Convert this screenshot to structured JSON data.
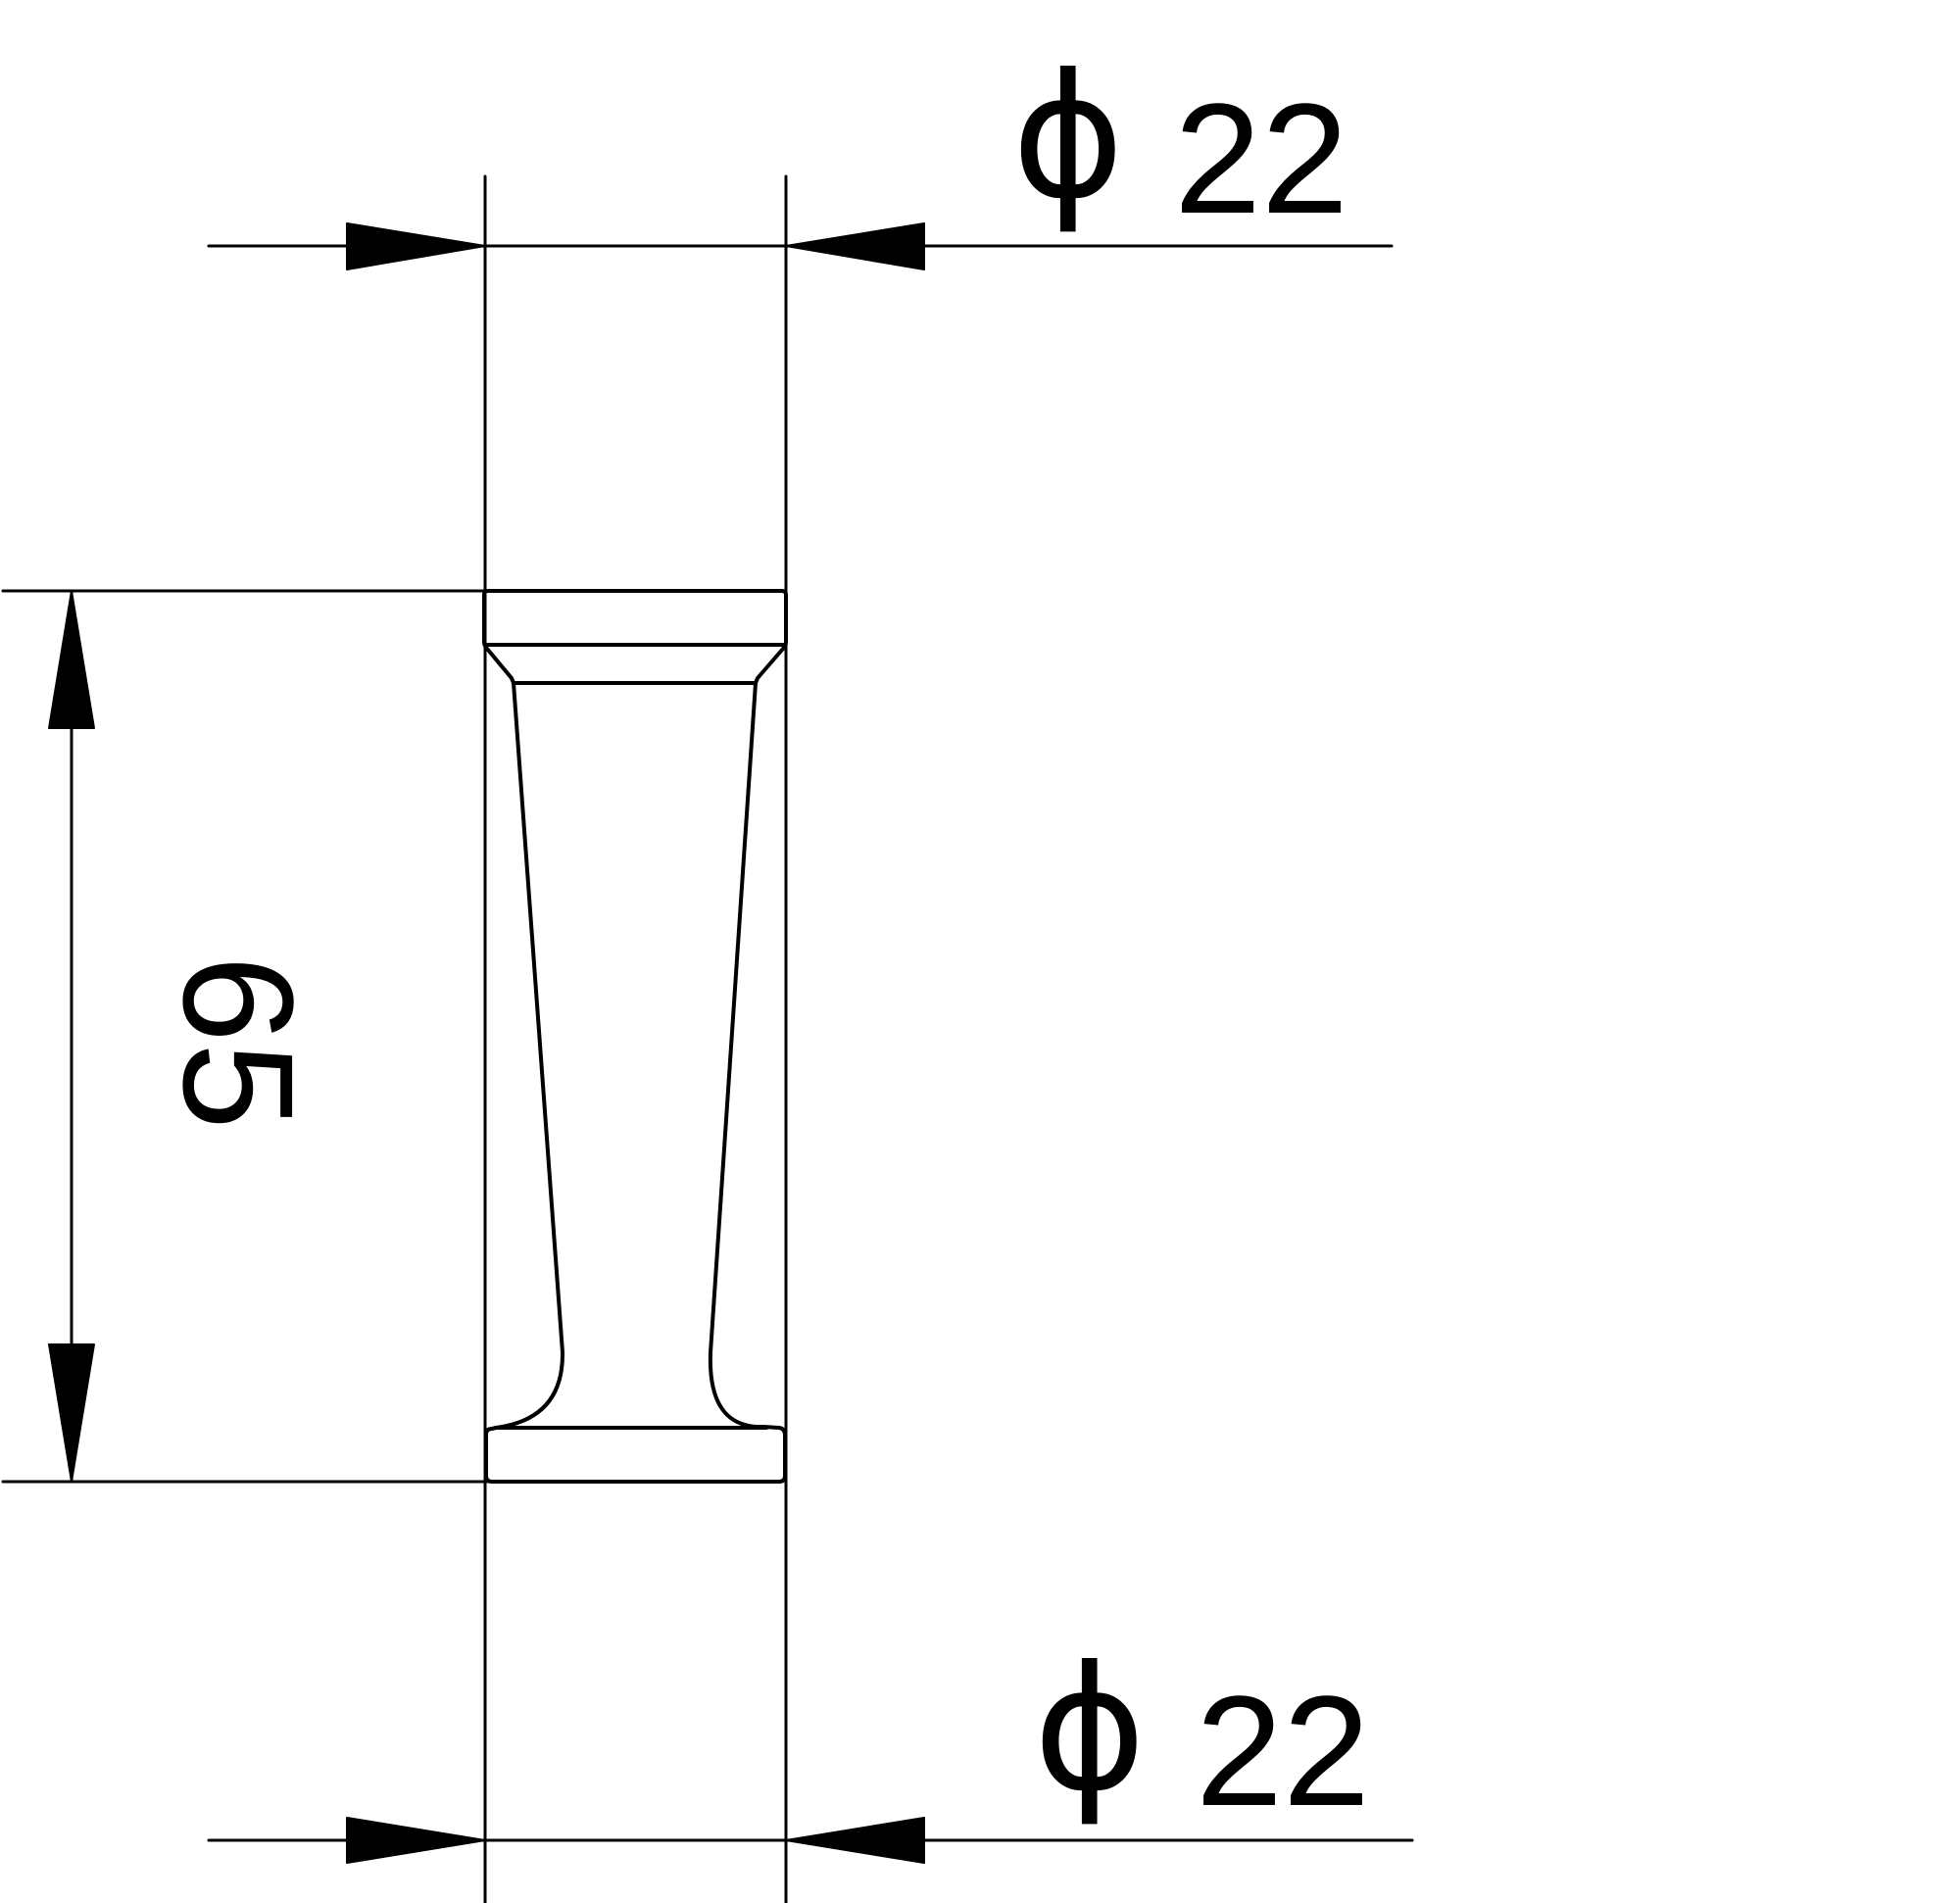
{
  "dimensions": {
    "top_diameter": {
      "symbol": "ϕ",
      "value": "22"
    },
    "bottom_diameter": {
      "symbol": "ϕ",
      "value": "22"
    },
    "height": {
      "value": "65"
    }
  },
  "colors": {
    "stroke": "#000000",
    "background": "#ffffff"
  }
}
